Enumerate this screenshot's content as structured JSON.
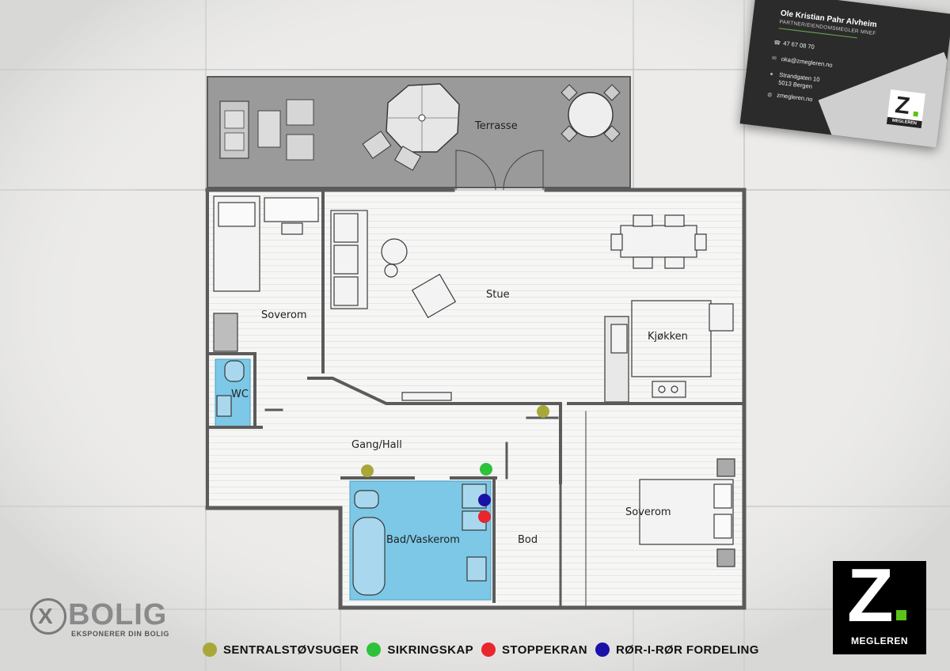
{
  "rooms": {
    "terrasse": "Terrasse",
    "soverom_left": "Soverom",
    "stue": "Stue",
    "kjokken": "Kjøkken",
    "wc": "WC",
    "gang": "Gang/Hall",
    "bad": "Bad/Vaskerom",
    "bod": "Bod",
    "soverom_right": "Soverom"
  },
  "legend": [
    {
      "label": "SENTRALSTØVSUGER",
      "color": "#a8a83a"
    },
    {
      "label": "SIKRINGSKAP",
      "color": "#2ec23a"
    },
    {
      "label": "STOPPEKRAN",
      "color": "#e8262d"
    },
    {
      "label": "RØR-I-RØR FORDELING",
      "color": "#1a12a8"
    }
  ],
  "colors": {
    "wet_room": "#7cc8e6",
    "terrace": "#9a9a9a",
    "wall": "#6a6a6a",
    "background": "#ecebea"
  },
  "business_card": {
    "name": "Ole Kristian Pahr Alvheim",
    "title": "PARTNER/EIENDOMSMEGLER MNEF",
    "phone": "47 67 08 70",
    "email": "oka@zmegleren.no",
    "address_line1": "Strandgaten 10",
    "address_line2": "5013 Bergen",
    "website": "zmegleren.no",
    "logo_text": "MEGLEREN"
  },
  "logos": {
    "bolig_word": "BOLIG",
    "bolig_tagline": "EKSPONERER DIN BOLIG",
    "z_letter": "Z",
    "z_text": "MEGLEREN"
  }
}
